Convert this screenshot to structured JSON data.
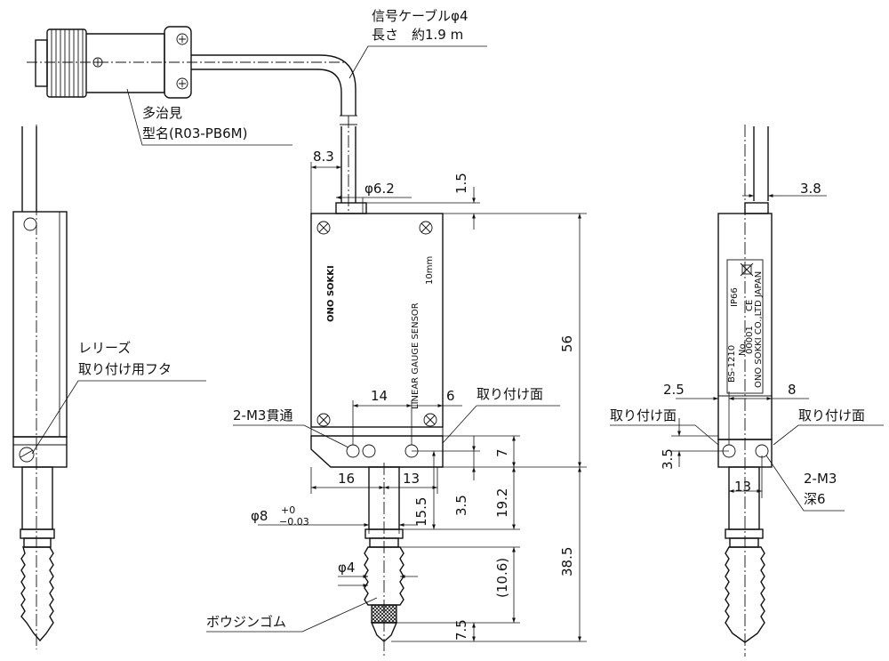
{
  "cable": {
    "line1": "信号ケーブルφ4",
    "line2": "長さ　約1.9 m"
  },
  "connector": {
    "line1": "多治見",
    "line2": "型名(R03-PB6M)"
  },
  "release": {
    "line1": "レリーズ",
    "line2": "取り付け用フタ"
  },
  "dims": {
    "d_8_3": "8.3",
    "d_phi6_2": "φ6.2",
    "d_1_5": "1.5",
    "d_56": "56",
    "d_14": "14",
    "d_6": "6",
    "d_16": "16",
    "d_13": "13",
    "d_7": "7",
    "d_15_5": "15.5",
    "d_3_5": "3.5",
    "d_19_2": "19.2",
    "d_38_5": "38.5",
    "d_10_6": "(10.6)",
    "d_7_5": "7.5",
    "d_phi8": "φ8",
    "tol_upper": "+0",
    "tol_lower": "−0.03",
    "d_phi4": "φ4",
    "r_3_8": "3.8",
    "r_2_5": "2.5",
    "r_8": "8",
    "r_3_5": "3.5",
    "r_13": "13"
  },
  "notes": {
    "m3_through": "2-M3貫通",
    "mount_face": "取り付け面",
    "mount_face_r1": "取り付け面",
    "mount_face_r2": "取り付け面",
    "m3_l1": "2-M3",
    "m3_l2": "深6",
    "boot": "ボウジンゴム"
  },
  "front_markings": {
    "logo": "ONO SOKKI",
    "model": "LINEAR GAUGE SENSOR",
    "range": "10mm"
  },
  "side_plate": {
    "ip": "IP66",
    "model": "BS-1210",
    "no_label": "No.",
    "serial": "00001",
    "ce": "CE",
    "maker": "ONO SOKKI CO.,LTD JAPAN"
  }
}
